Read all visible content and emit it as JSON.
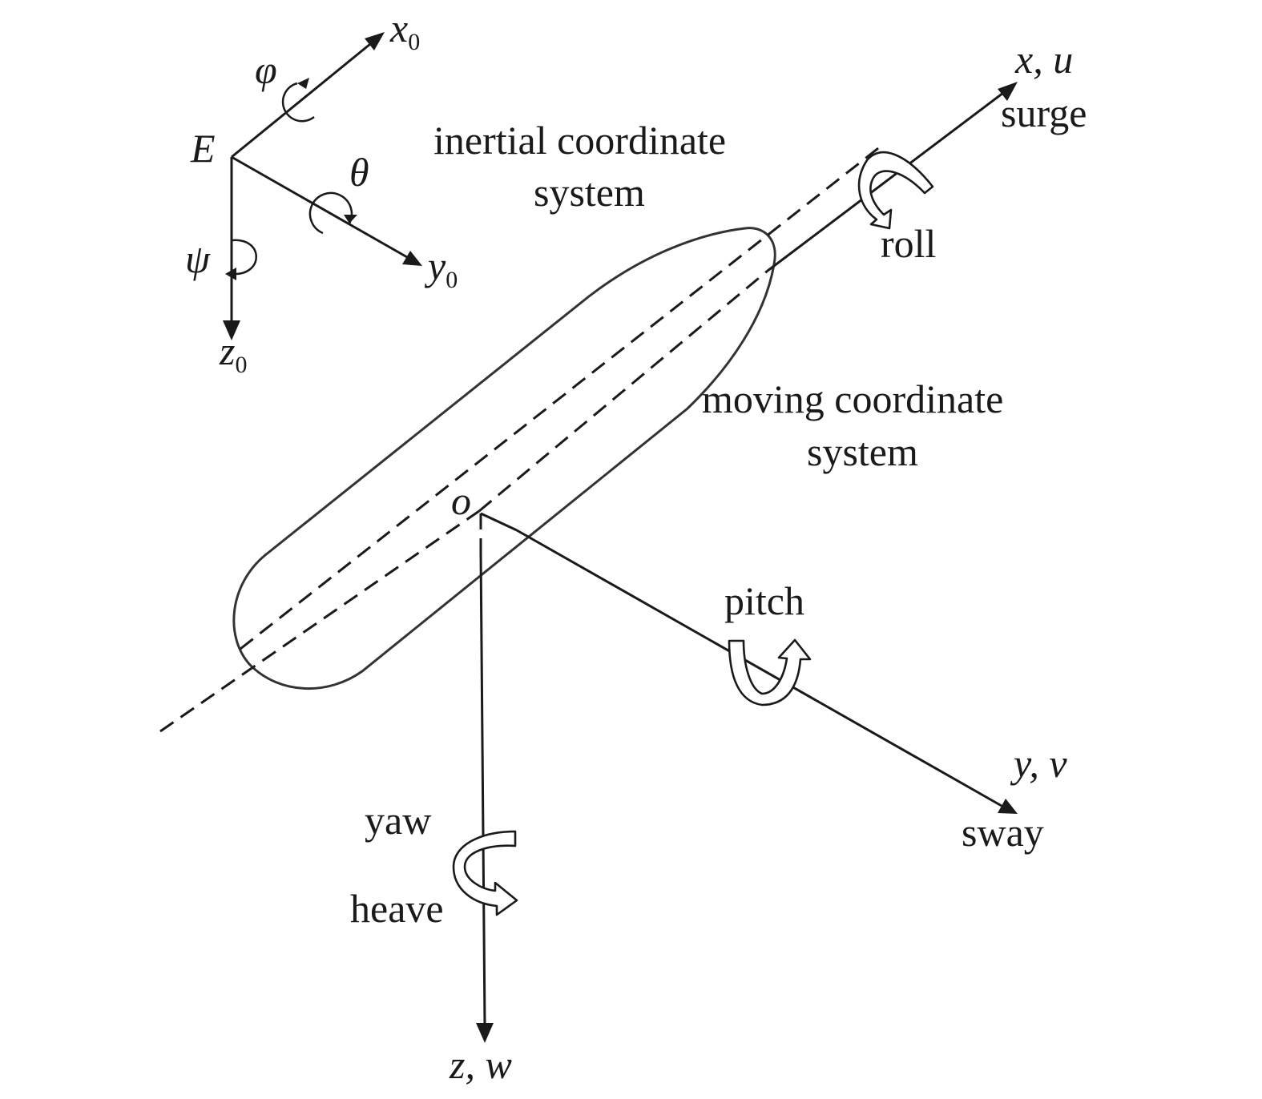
{
  "inertial_frame": {
    "origin": "E",
    "x_axis": {
      "symbol": "x",
      "subscript": "0"
    },
    "y_axis": {
      "symbol": "y",
      "subscript": "0"
    },
    "z_axis": {
      "symbol": "z",
      "subscript": "0"
    },
    "angles": {
      "roll": "φ",
      "pitch": "θ",
      "yaw": "ψ"
    },
    "caption_line1": "inertial coordinate",
    "caption_line2": "system"
  },
  "moving_frame": {
    "origin": "o",
    "x_axis": "x, u",
    "y_axis": "y, v",
    "z_axis": "z, w",
    "caption_line1": "moving coordinate",
    "caption_line2": "system"
  },
  "motions": {
    "surge": "surge",
    "roll": "roll",
    "pitch": "pitch",
    "sway": "sway",
    "yaw": "yaw",
    "heave": "heave"
  }
}
